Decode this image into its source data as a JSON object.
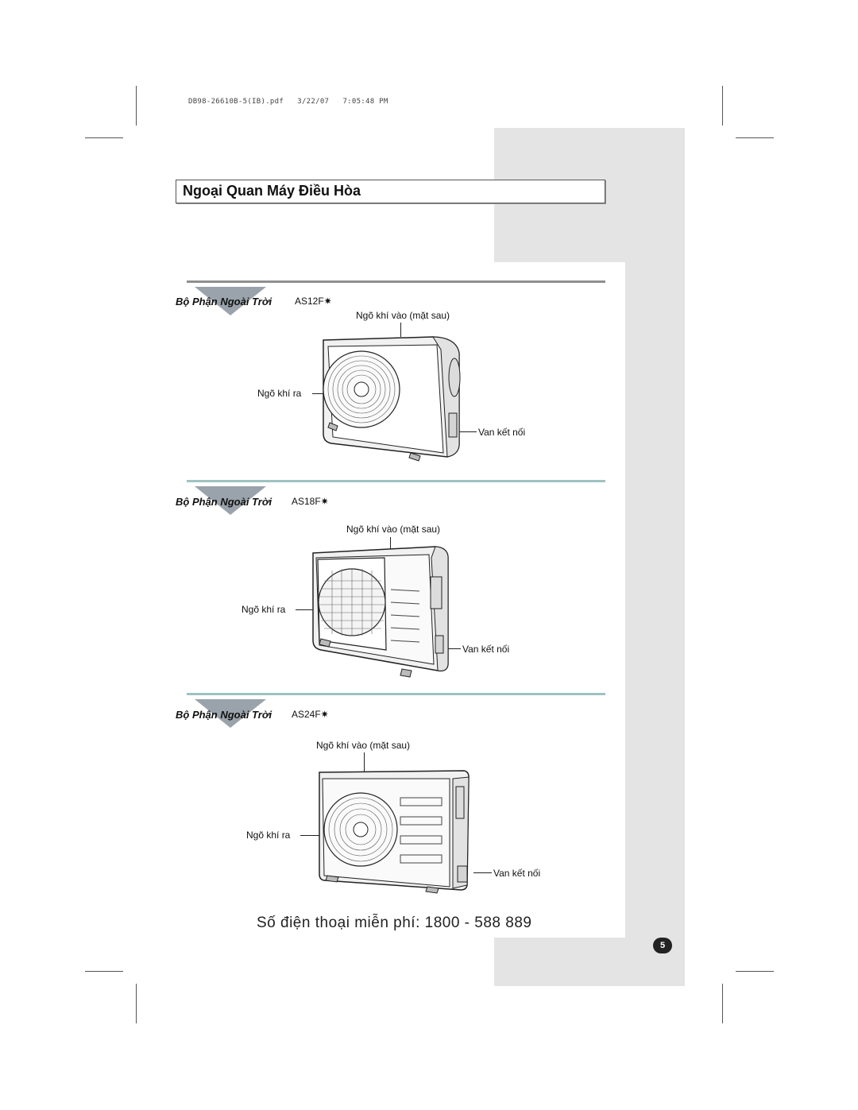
{
  "file_header": {
    "filename": "DB98-26610B-5(IB).pdf",
    "date": "3/22/07",
    "time": "7:05:48 PM"
  },
  "title": "Ngoại Quan Máy Điều Hòa",
  "sections": [
    {
      "label": "Bộ Phận Ngoài Trời",
      "model": "AS12F✷",
      "callouts": {
        "intake": "Ngõ khí vào (mặt sau)",
        "outlet": "Ngõ khí ra",
        "valve": "Van kết nối"
      }
    },
    {
      "label": "Bộ Phận Ngoài Trời",
      "model": "AS18F✷",
      "callouts": {
        "intake": "Ngõ khí vào (mặt sau)",
        "outlet": "Ngõ khí ra",
        "valve": "Van kết nối"
      }
    },
    {
      "label": "Bộ Phận Ngoài Trời",
      "model": "AS24F✷",
      "callouts": {
        "intake": "Ngõ khí vào (mặt sau)",
        "outlet": "Ngõ khí ra",
        "valve": "Van kết nối"
      }
    }
  ],
  "hotline": "Số điện thoại miễn phí: 1800 - 588 889",
  "page_number": "5",
  "colors": {
    "rule_gray": "#8f8f8f",
    "rule_teal": "#9ec3c1",
    "sidebar_gray": "#e4e4e4",
    "marker_gray": "#9aa3ab"
  }
}
